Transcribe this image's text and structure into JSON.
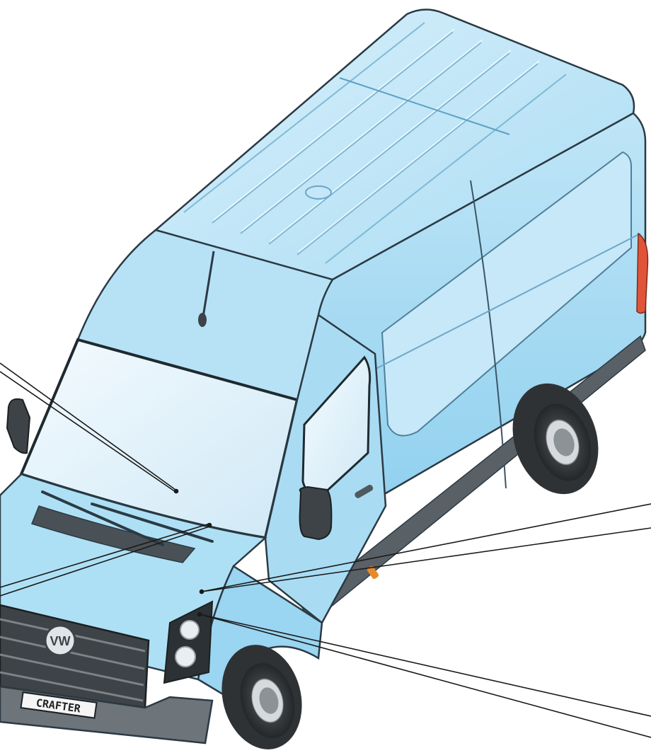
{
  "illustration": {
    "subject": "van",
    "license_plate_text": "CRAFTER",
    "badge_text": "VW",
    "colors": {
      "body": "#a9dcf3",
      "body_light": "#d4eefa",
      "body_shadow": "#7fc4e6",
      "outline": "#2b3a44",
      "glass": "#eef7fc",
      "trim_dark": "#3d4347",
      "trim_mid": "#6d747a",
      "tire": "#2f3234",
      "rim": "#c9ccce",
      "tail_light": "#e0553a",
      "indicator": "#e98a2a",
      "pointer_line": "#1a1a1a"
    }
  },
  "callouts": [
    {
      "id": "windscreen"
    },
    {
      "id": "wiper-area"
    },
    {
      "id": "bonnet-upper"
    },
    {
      "id": "bonnet-lower"
    }
  ]
}
